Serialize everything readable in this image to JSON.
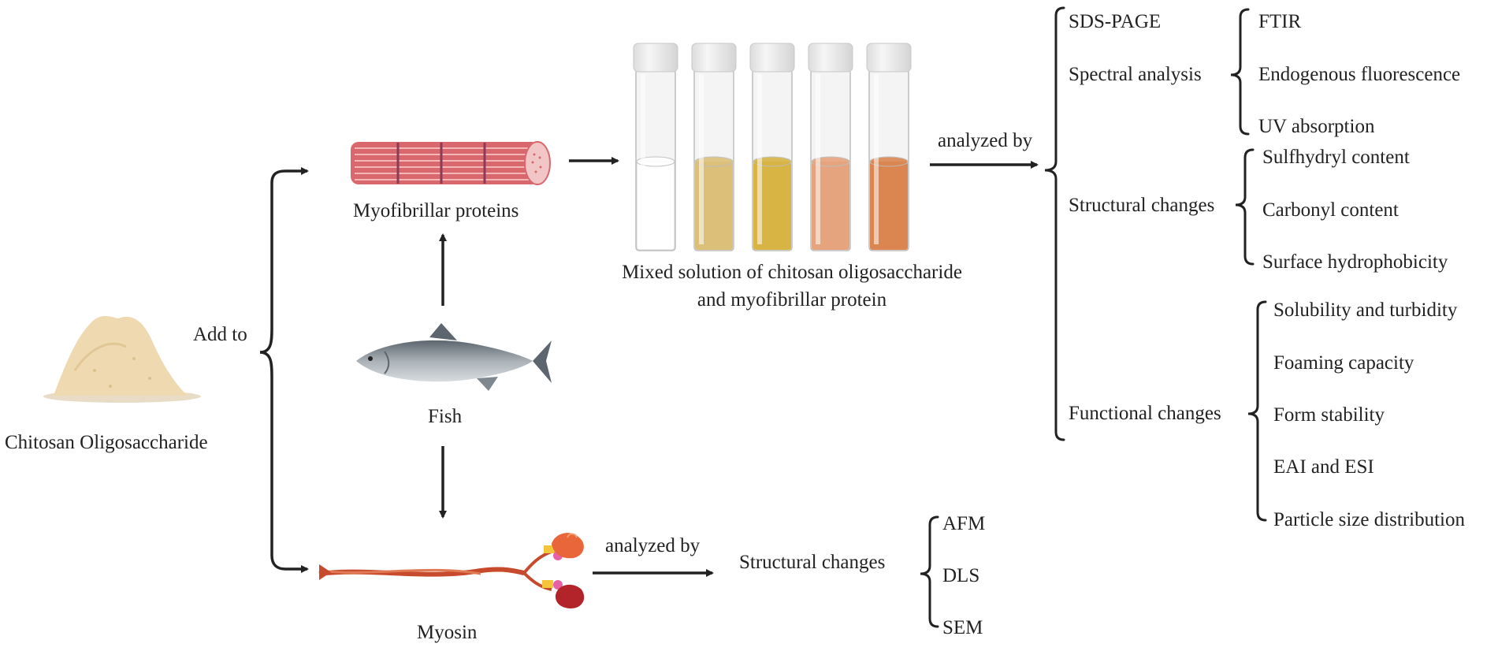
{
  "inputs": {
    "chitosan_label": "Chitosan Oligosaccharide",
    "add_to_label": "Add to",
    "fish_label": "Fish",
    "myofibrillar_label": "Myofibrillar proteins",
    "myosin_label": "Myosin"
  },
  "mixed_solution": {
    "caption_line1": "Mixed solution of chitosan oligosaccharide",
    "caption_line2": "and myofibrillar protein",
    "tube_colors": [
      "#ffffff",
      "#dcc07a",
      "#d8b444",
      "#e6a47e",
      "#db8650"
    ]
  },
  "analysis_top": {
    "arrow_label": "analyzed by",
    "sds_page": "SDS-PAGE",
    "spectral": {
      "label": "Spectral analysis",
      "items": [
        "FTIR",
        "Endogenous fluorescence",
        "UV absorption"
      ]
    },
    "structural": {
      "label": "Structural changes",
      "items": [
        "Sulfhydryl content",
        "Carbonyl content",
        "Surface hydrophobicity"
      ]
    },
    "functional": {
      "label": "Functional changes",
      "items": [
        "Solubility and turbidity",
        "Foaming capacity",
        "Form stability",
        "EAI and ESI",
        "Particle size distribution"
      ]
    }
  },
  "analysis_bottom": {
    "arrow_label": "analyzed by",
    "structural_label": "Structural changes",
    "items": [
      "AFM",
      "DLS",
      "SEM"
    ]
  },
  "colors": {
    "arrow": "#222222",
    "powder": "#efd9b0",
    "muscle": "#d9686e",
    "myosin_tail": "#c84a2c",
    "fish": "#8a949c"
  }
}
